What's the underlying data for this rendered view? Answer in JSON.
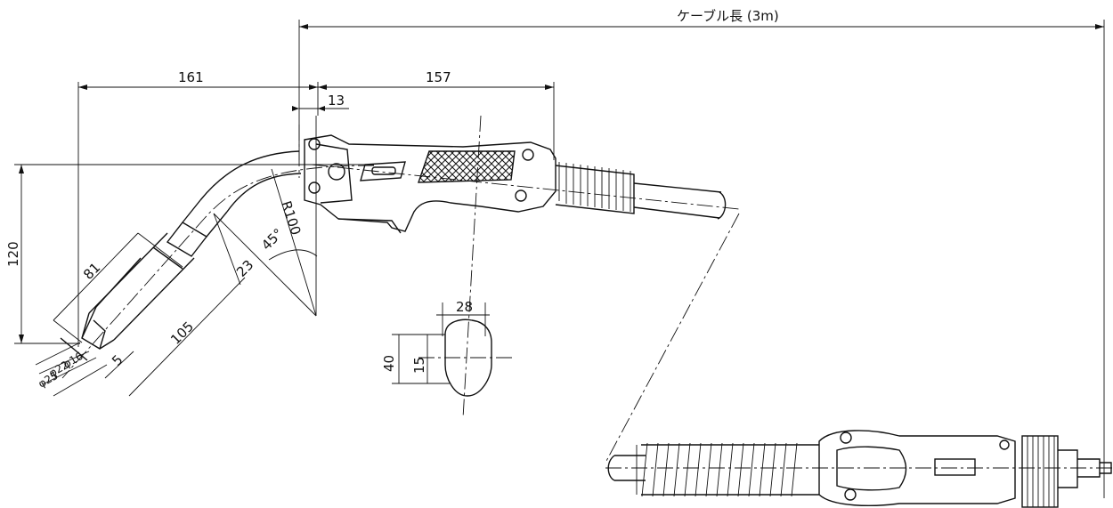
{
  "title": "ケーブル長 (3m)",
  "dimensions": {
    "d161": "161",
    "d13": "13",
    "d157": "157",
    "d120": "120",
    "d81": "81",
    "r100": "R100",
    "a45": "45°",
    "d23": "23",
    "d105": "105",
    "d5": "5",
    "phi16": "φ16",
    "phi22": "φ22",
    "phi25": "φ25",
    "d28": "28",
    "d40": "40",
    "d15": "15"
  }
}
